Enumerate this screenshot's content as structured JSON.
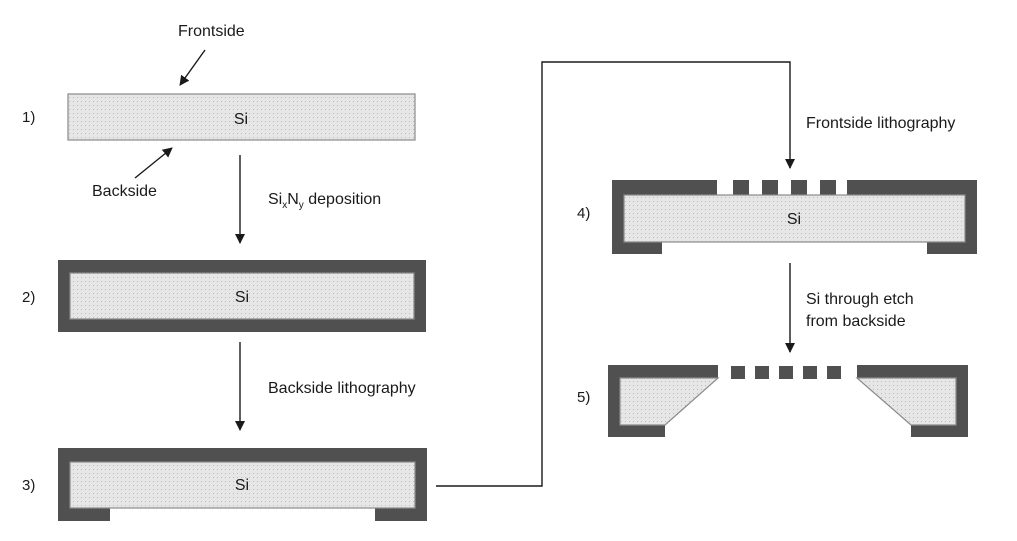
{
  "labels": {
    "frontside": "Frontside",
    "backside": "Backside",
    "si": "Si",
    "sixny_prefix": "Si",
    "sixny_x": "x",
    "sixny_n": "N",
    "sixny_y": "y",
    "sixny_suffix": " deposition",
    "backside_lithography": "Backside lithography",
    "frontside_lithography": "Frontside lithography",
    "si_through_etch_line1": "Si through etch",
    "si_through_etch_line2": "from backside"
  },
  "steps": [
    "1)",
    "2)",
    "3)",
    "4)",
    "5)"
  ],
  "colors": {
    "nitride": "#505050",
    "silicon": "#e4e4e4",
    "outline": "#8a8a8a",
    "text": "#1a1a1a"
  }
}
